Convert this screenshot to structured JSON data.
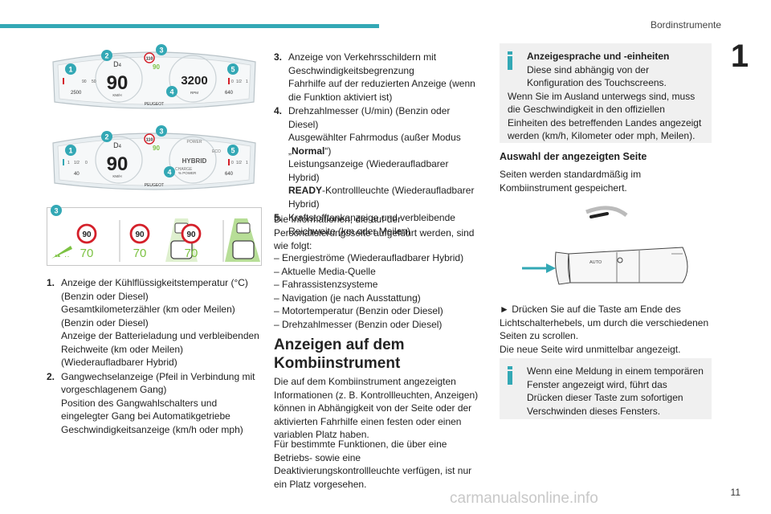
{
  "header": {
    "title": "Bordinstrumente",
    "chapter": "1",
    "page_number": "11",
    "watermark": "carmanualsonline.info"
  },
  "figures": {
    "dash1": {
      "callouts": [
        "1",
        "2",
        "3",
        "4",
        "5"
      ],
      "speed": "90",
      "rpm": "3200",
      "sign_limit": "110",
      "sign_small": "90",
      "odo_left": "2500",
      "range_right": "640",
      "brand": "PEUGEOT",
      "gear": "D",
      "gear_sub": "4",
      "rpm_unit": "RPM",
      "speed_unit": "KM/H",
      "tick_90": "90",
      "tick_50": "50",
      "tick_half": "1/2",
      "tick_0": "0",
      "tick_1": "1"
    },
    "dash2": {
      "callouts": [
        "1",
        "2",
        "3",
        "4",
        "5"
      ],
      "speed": "90",
      "sign_limit": "110",
      "sign_small": "90",
      "hybrid": "HYBRID",
      "power": "POWER",
      "eco": "ECO",
      "charge": "CHARGE",
      "power_pct": "% POWER",
      "range_left": "40",
      "range_right": "640",
      "brand": "PEUGEOT",
      "gear": "D",
      "gear_sub": "4",
      "speed_unit": "KM/H",
      "tick_half": "1/2",
      "tick_0": "0",
      "tick_1": "1"
    },
    "signs": {
      "callout": "3",
      "values": [
        "90",
        "90",
        "90"
      ],
      "green_values": [
        "70",
        "70",
        "70"
      ]
    }
  },
  "col1": {
    "items": [
      {
        "n": "1.",
        "lines": [
          "Anzeige der Kühlflüssigkeitstemperatur (°C) (Benzin oder Diesel)",
          "Gesamtkilometerzähler (km oder Meilen) (Benzin oder Diesel)",
          "Anzeige der Batterieladung und verbleibenden Reichweite (km oder Meilen) (Wiederaufladbarer Hybrid)"
        ]
      },
      {
        "n": "2.",
        "lines": [
          "Gangwechselanzeige (Pfeil in Verbindung mit vorgeschlagenem Gang)",
          "Position des Gangwahlschalters und eingelegter Gang bei Automatikgetriebe",
          "Geschwindigkeitsanzeige (km/h oder mph)"
        ]
      }
    ]
  },
  "col2": {
    "items": [
      {
        "n": "3.",
        "lines": [
          "Anzeige von Verkehrsschildern mit Geschwindigkeitsbegrenzung",
          "Fahrhilfe auf der reduzierten Anzeige (wenn die Funktion aktiviert ist)"
        ]
      },
      {
        "n": "4.",
        "l1": "Drehzahlmesser (U/min) (Benzin oder Diesel)",
        "l2a": "Ausgewählter Fahrmodus (außer Modus „",
        "l2b": "Normal",
        "l2c": "“)",
        "l3": "Leistungsanzeige (Wiederaufladbarer Hybrid)",
        "l4a": "READY",
        "l4b": "-Kontrollleuchte (Wiederaufladbarer Hybrid)"
      },
      {
        "n": "5.",
        "lines": [
          "Kraftstofftankanzeige und verbleibende Reichweite (km oder Meilen)"
        ]
      }
    ],
    "personal_intro": "Die Informationen, die auf der Personalisierungsseite aufgeführt werden, sind wie folgt:",
    "personal_list": [
      "– Energieströme (Wiederaufladbarer Hybrid)",
      "– Aktuelle Media-Quelle",
      "– Fahrassistenzsysteme",
      "– Navigation (je nach Ausstattung)",
      "– Motortemperatur (Benzin oder Diesel)",
      "– Drehzahlmesser (Benzin oder Diesel)"
    ],
    "heading": "Anzeigen auf dem Kombiinstrument",
    "para1": "Die auf dem Kombiinstrument angezeigten Informationen (z. B. Kontrollleuchten, Anzeigen) können in Abhängigkeit von der Seite oder der aktivierten Fahrhilfe einen festen oder einen variablen Platz haben.",
    "para2": "Für bestimmte Funktionen, die über eine Betriebs- sowie eine Deaktivierungskontrollleuchte verfügen, ist nur ein Platz vorgesehen."
  },
  "col3": {
    "info1_title": "Anzeigesprache und -einheiten",
    "info1_l1": "Diese sind abhängig von der Konfiguration des Touchscreens.",
    "info1_l2": "Wenn Sie im Ausland unterwegs sind, muss die Geschwindigkeit in den offiziellen Einheiten des betreffenden Landes angezeigt werden (km/h, Kilometer oder mph, Meilen).",
    "subheading": "Auswahl der angezeigten Seite",
    "sub_text": "Seiten werden standardmäßig im Kombiinstrument gespeichert.",
    "stalk_label": "AUTO",
    "step1": "► Drücken Sie auf die Taste am Ende des Lichtschalterhebels, um durch die verschiedenen Seiten zu scrollen.",
    "step2": "Die neue Seite wird unmittelbar angezeigt.",
    "info2": "Wenn eine Meldung in einem temporären Fenster angezeigt wird, führt das Drücken dieser Taste zum sofortigen Verschwinden dieses Fensters."
  },
  "colors": {
    "accent": "#33a8b5",
    "green": "#7cc242",
    "red": "#d4202a",
    "box": "#f0f0f0"
  }
}
